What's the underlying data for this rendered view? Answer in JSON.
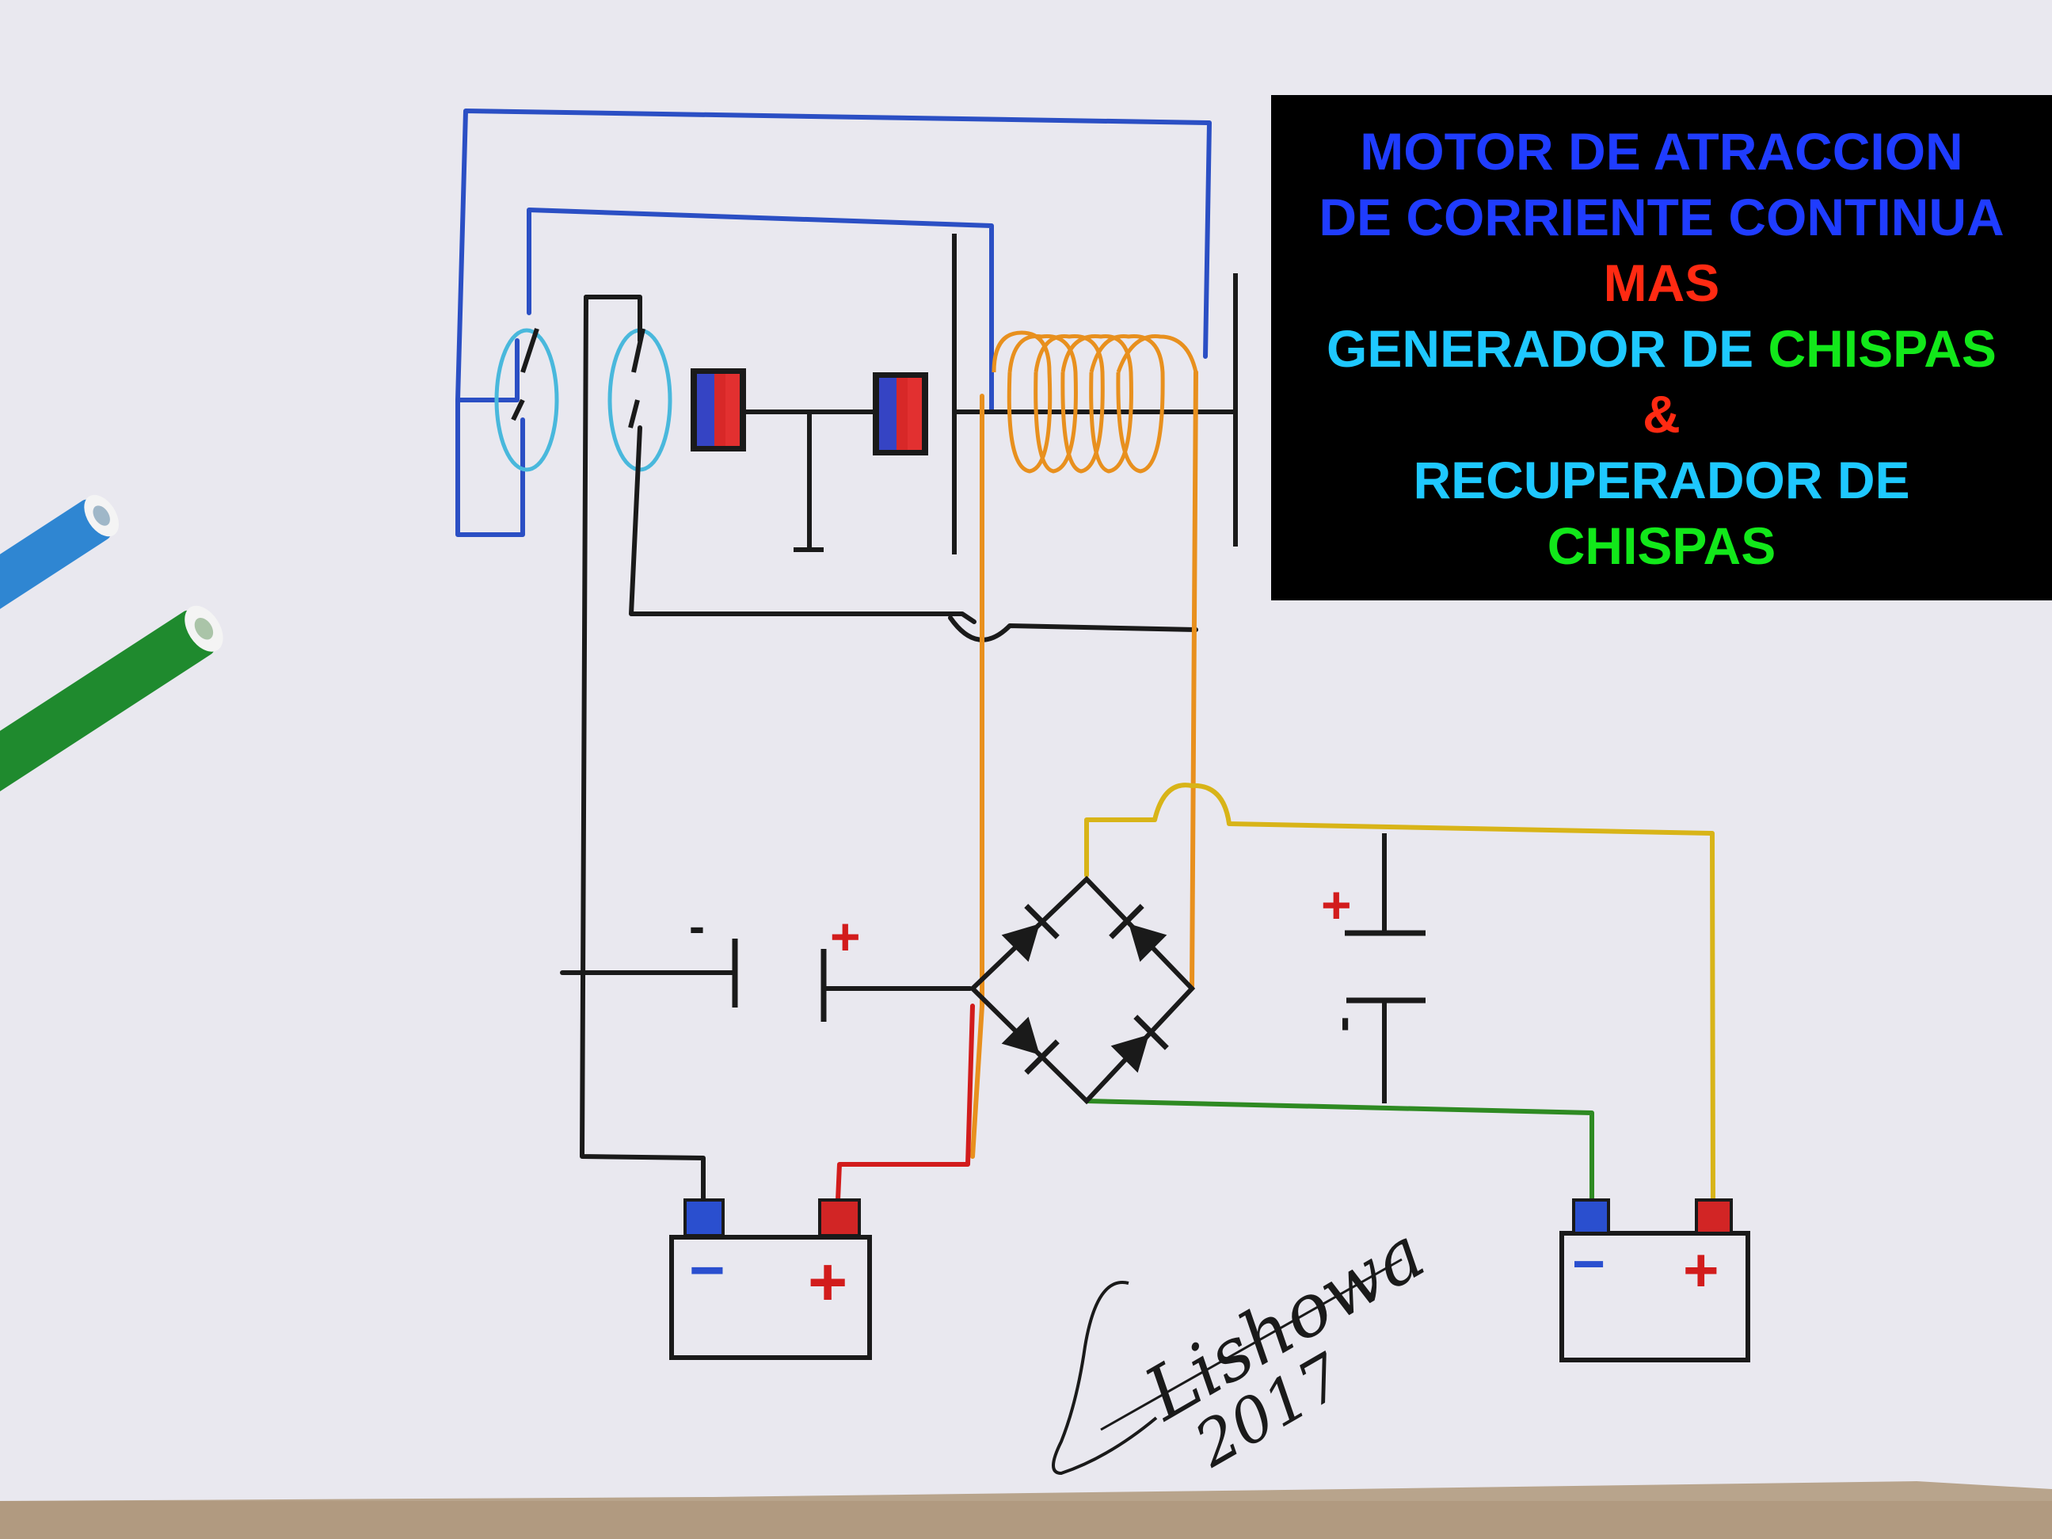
{
  "title": {
    "line1": "MOTOR DE ATRACCION",
    "line2": "DE CORRIENTE CONTINUA",
    "line3": "MAS",
    "line4a": "GENERADOR DE ",
    "line4b": "CHISPAS",
    "line5": "&",
    "line6": "RECUPERADOR DE",
    "line7": "CHISPAS"
  },
  "labels": {
    "capacitor_minus": "-",
    "capacitor_plus": "+",
    "right_cap_plus": "+",
    "right_cap_minus": "-",
    "battery_left_minus": "−",
    "battery_left_plus": "+",
    "battery_right_minus": "−",
    "battery_right_plus": "+"
  },
  "signature": {
    "name": "Lishowa",
    "year": "2017"
  },
  "colors": {
    "title_blue": "#1f3cff",
    "title_red": "#ff2a12",
    "title_cyan": "#1ec8ff",
    "title_green": "#12e81a",
    "wire_black": "#1a1a1a",
    "wire_blue": "#2b4fc4",
    "wire_orange": "#e8901e",
    "wire_yellow": "#d8b418",
    "wire_green": "#2e8a22",
    "wire_red": "#d21c1c",
    "paper": "#e8e7ee",
    "reed_cyan": "#49b8dc"
  }
}
